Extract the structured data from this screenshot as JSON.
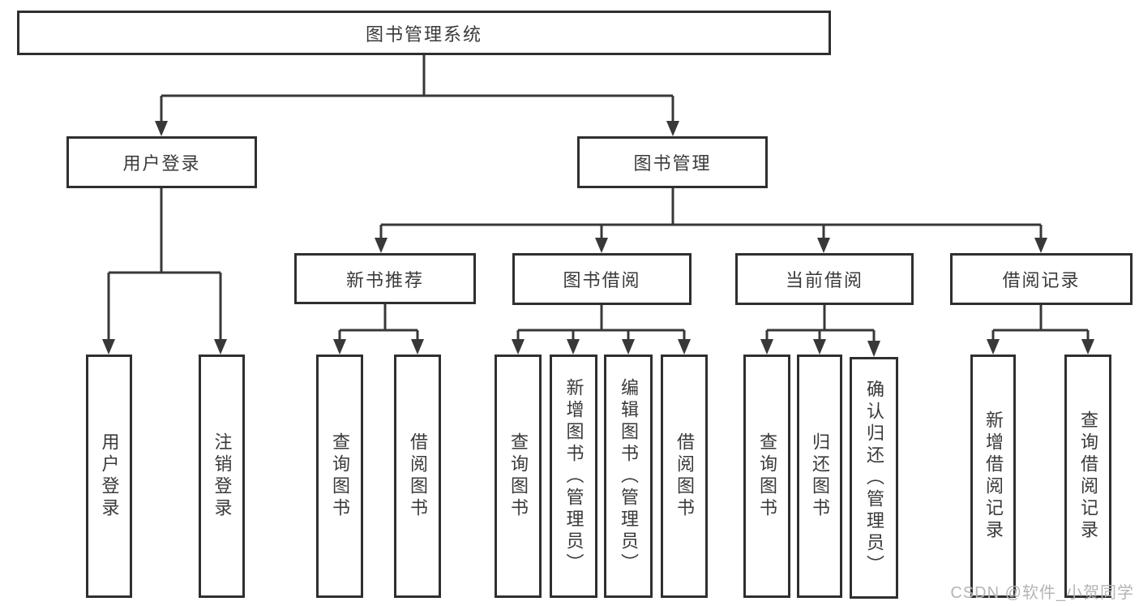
{
  "tree": {
    "root": "图书管理系统",
    "children": [
      {
        "label": "用户登录",
        "children": [
          "用户登录",
          "注销登录"
        ]
      },
      {
        "label": "图书管理",
        "children": [
          {
            "label": "新书推荐",
            "children": [
              "查询图书",
              "借阅图书"
            ]
          },
          {
            "label": "图书借阅",
            "children": [
              "查询图书",
              "新增图书（管理员）",
              "编辑图书（管理员）",
              "借阅图书"
            ]
          },
          {
            "label": "当前借阅",
            "children": [
              "查询图书",
              "归还图书",
              "确认归还（管理员）"
            ]
          },
          {
            "label": "借阅记录",
            "children": [
              "新增借阅记录",
              "查询借阅记录"
            ]
          }
        ]
      }
    ]
  },
  "watermark": {
    "text": "CSDN @软件_小贺同学"
  },
  "colors": {
    "line": "#383838",
    "box_border": "#2f2f2f",
    "box_background": "#ffffff",
    "text": "#3a3a3a",
    "watermark": "#b5b5b5"
  }
}
